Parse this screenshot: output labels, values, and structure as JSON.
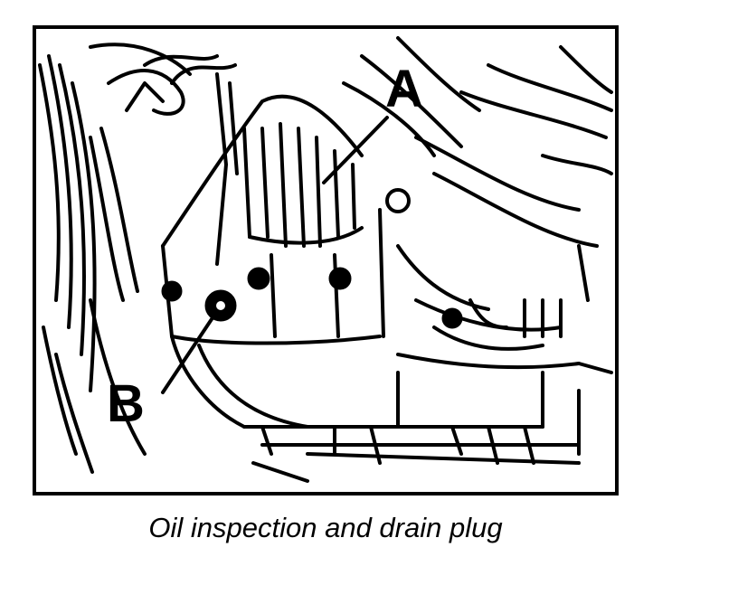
{
  "diagram": {
    "callouts": {
      "a": "A",
      "b": "B"
    },
    "caption": "Oil inspection and drain plug"
  },
  "colors": {
    "ink": "#000000",
    "paper": "#ffffff"
  }
}
